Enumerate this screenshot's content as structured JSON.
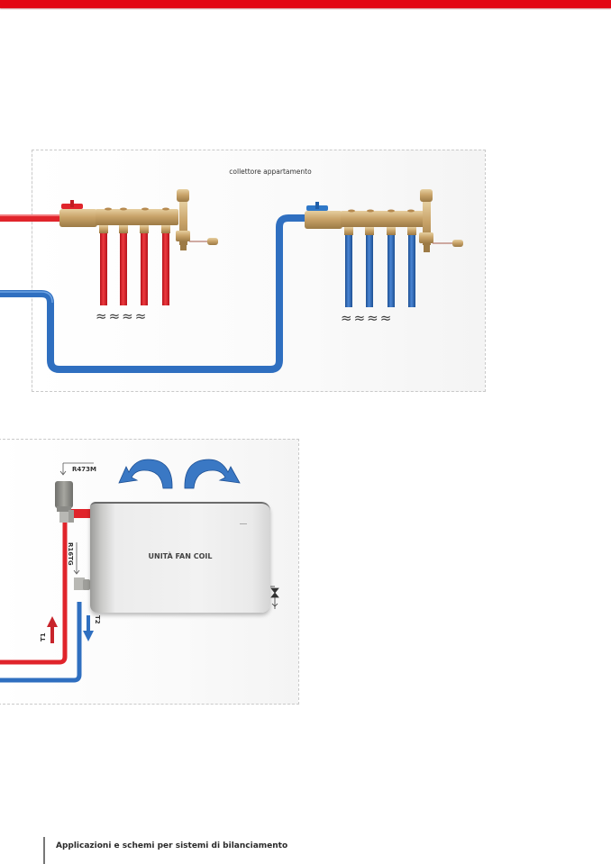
{
  "header": {
    "accent_color": "#e30613"
  },
  "top_diagram": {
    "caption": "collettore appartamento",
    "hot_manifold": {
      "pipe_color": "#e0242b",
      "outlets": 4,
      "valve_handle": "red"
    },
    "cold_manifold": {
      "pipe_color": "#2f6fc0",
      "outlets": 4,
      "valve_handle": "blue"
    },
    "waves_hot": "≈≈≈≈",
    "waves_cold": "≈≈≈≈"
  },
  "bottom_diagram": {
    "valve_top_label": "R473M",
    "valve_bottom_label": "R16TG",
    "flow_supply_label": "T1",
    "flow_return_label": "T2",
    "unit_label": "UNITÀ FAN COIL",
    "airflow_arrows": [
      "airflow-left",
      "airflow-right"
    ]
  },
  "footer": {
    "text": "Applicazioni e schemi per sistemi di bilanciamento"
  }
}
